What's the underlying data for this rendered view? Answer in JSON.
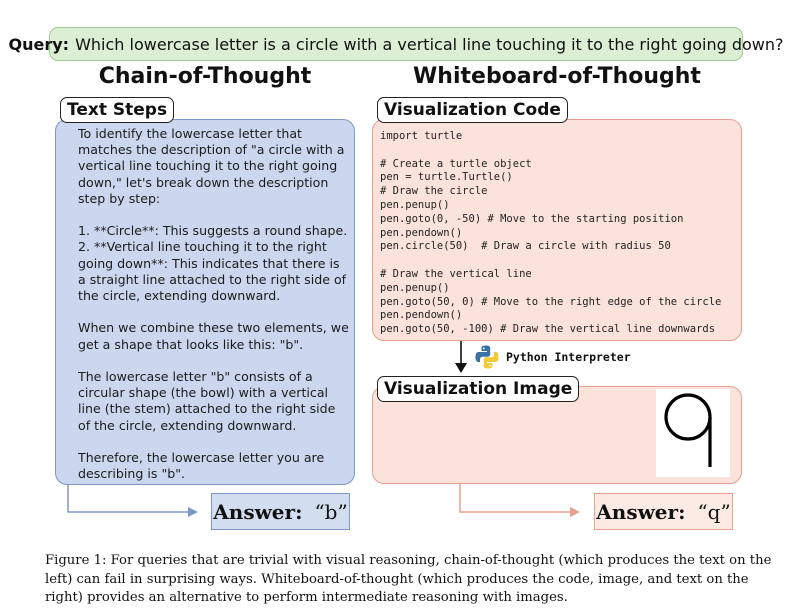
{
  "query": {
    "label": "Query:",
    "text": "Which lowercase letter is a circle with a vertical line touching it to the right going down?"
  },
  "chain_of_thought": {
    "title": "Chain-of-Thought",
    "tab": "Text Steps",
    "paragraphs": [
      "To identify the lowercase letter that matches the description of \"a circle with a vertical line touching it to the right going down,\" let's break down the description step by step:",
      "1. **Circle**: This suggests a round shape.",
      "2. **Vertical line touching it to the right going down**: This indicates that there is a straight line attached to the right side of the circle, extending downward.",
      "When we combine these two elements, we get a shape that looks like this: \"b\".",
      "The lowercase letter \"b\" consists of a circular shape (the bowl) with a vertical line (the stem) attached to the right side of the circle, extending downward.",
      "Therefore, the lowercase letter you are describing is \"b\"."
    ],
    "answer_label": "Answer:",
    "answer_value": "“b”"
  },
  "whiteboard_of_thought": {
    "title": "Whiteboard-of-Thought",
    "code_tab": "Visualization Code",
    "code": "import turtle\n\n# Create a turtle object\npen = turtle.Turtle()\n# Draw the circle\npen.penup()\npen.goto(0, -50) # Move to the starting position\npen.pendown()\npen.circle(50)  # Draw a circle with radius 50\n\n# Draw the vertical line\npen.penup()\npen.goto(50, 0) # Move to the right edge of the circle\npen.pendown()\npen.goto(50, -100) # Draw the vertical line downwards",
    "interpreter_label": "Python Interpreter",
    "image_tab": "Visualization Image",
    "answer_label": "Answer:",
    "answer_value": "“q”"
  },
  "caption": "Figure 1: For queries that are trivial with visual reasoning, chain-of-thought (which produces the text on the left) can fail in surprising ways. Whiteboard-of-thought (which produces the code, image, and text on the right) provides an alternative to perform intermediate reasoning with images.",
  "colors": {
    "query_bg": "#dcefd4",
    "cot_panel": "#cbd7ee",
    "cot_border": "#7f97c8",
    "wot_panel": "#fbe3db",
    "wot_border": "#e6a08c"
  }
}
